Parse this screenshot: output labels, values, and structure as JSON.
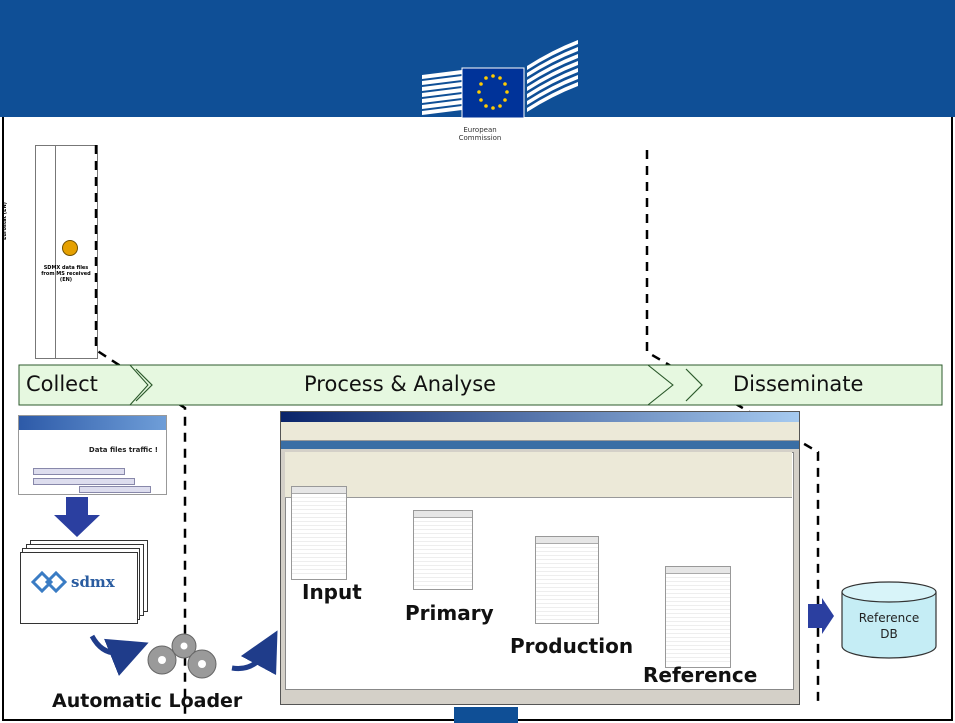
{
  "logo": {
    "line1": "European",
    "line2": "Commission"
  },
  "swimlane": {
    "lane_label": "Eurostat (EN)",
    "task_text": "SDMX data files from MS received (EN)"
  },
  "phases": {
    "collect": "Collect",
    "process": "Process & Analyse",
    "disseminate": "Disseminate"
  },
  "portal": {
    "title": "Data files traffic !"
  },
  "sdmx": {
    "brand": "sdmx"
  },
  "stages": {
    "input": "Input",
    "primary": "Primary",
    "production": "Production",
    "reference": "Reference"
  },
  "loader": {
    "label": "Automatic Loader"
  },
  "refdb": {
    "line1": "Reference",
    "line2": "DB"
  },
  "colors": {
    "banner": "#0f4f96",
    "phase_fill": "#e6f8e0",
    "arrow_blue": "#1f3c8a",
    "db_fill": "#c5edf5"
  }
}
